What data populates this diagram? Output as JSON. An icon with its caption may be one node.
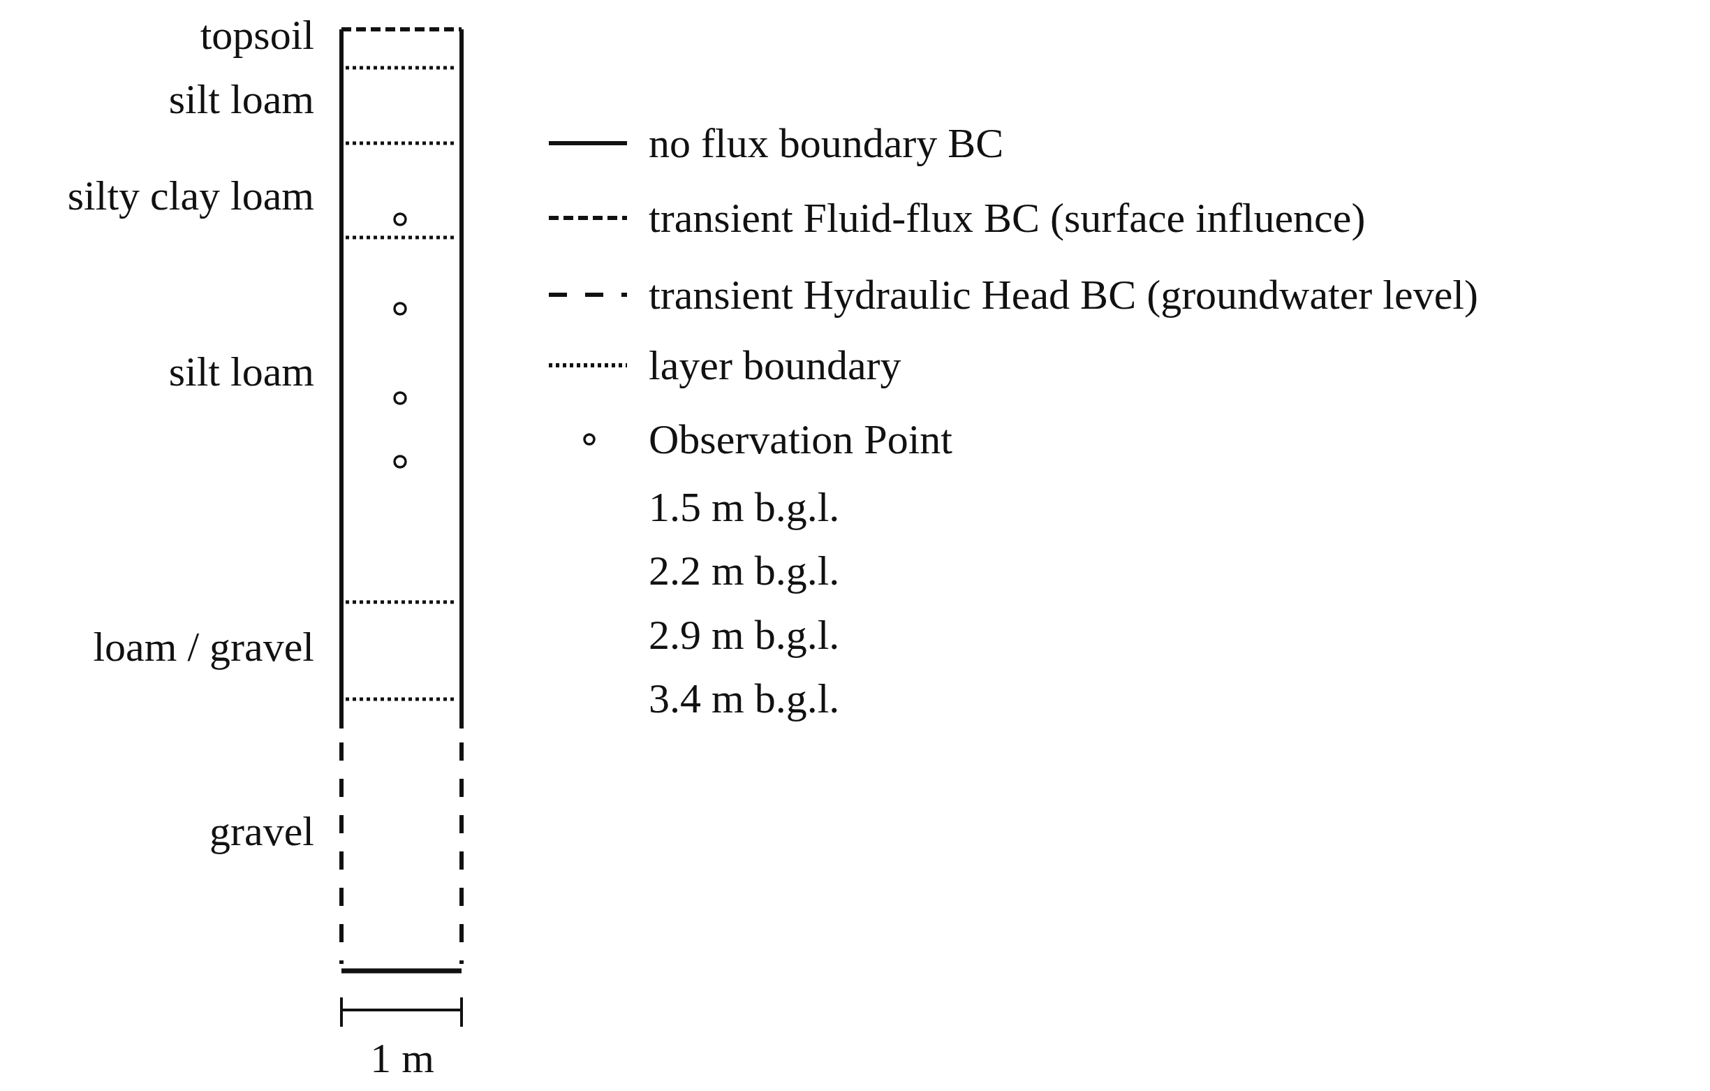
{
  "diagram": {
    "labels": [
      "topsoil",
      "silt loam",
      "silty clay loam",
      "silt loam",
      "loam / gravel",
      "gravel",
      "1.5 m b.g.l.",
      "2.2 m b.g.l.",
      "2.9 m b.g.l.",
      "3.4 m b.g.l.",
      "1 m"
    ],
    "legend": [
      {
        "text": "no flux boundary BC"
      },
      {
        "text": "transient Fluid-flux BC (surface influence)"
      },
      {
        "text": "transient Hydraulic Head BC (groundwater level)"
      },
      {
        "text": "layer boundary"
      },
      {
        "text": "Observation Point"
      }
    ]
  }
}
